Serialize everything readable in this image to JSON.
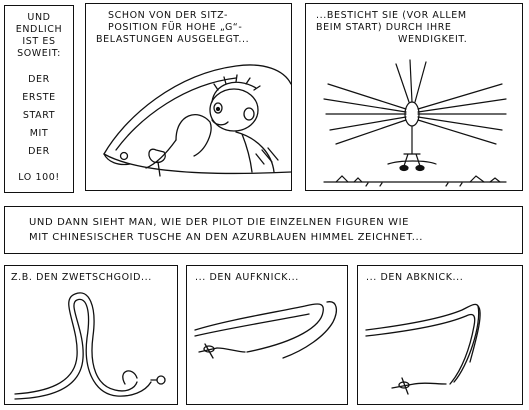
{
  "panels": [
    {
      "lines": [
        "UND",
        "ENDLICH",
        "IST ES",
        "SOWEIT:",
        "DER",
        "ERSTE",
        "START",
        "MIT",
        "DER",
        "LO 100!"
      ]
    },
    {
      "lines": [
        "SCHON VON DER SITZ-",
        "POSITION FÜR HOHE „g“-",
        "BELASTUNGEN AUSGELEGT..."
      ]
    },
    {
      "lines": [
        "...BESTICHT SIE (VOR ALLEM",
        "BEIM START) DURCH IHRE",
        "WENDIGKEIT."
      ]
    },
    {
      "lines": [
        "UND DANN SIEHT MAN, WIE DER PILOT DIE EINZELNEN FIGUREN WIE",
        "MIT CHINESISCHER TUSCHE AN DEN AZURBLAUEN HIMMEL ZEICHNET..."
      ]
    },
    {
      "lines": [
        "z.B. DEN ZWETSCHGOID..."
      ]
    },
    {
      "lines": [
        "... DEN AUFKNICK..."
      ]
    },
    {
      "lines": [
        "... DEN ABKNICK..."
      ]
    }
  ],
  "colors": {
    "ink": "#111111",
    "paper": "#ffffff"
  }
}
